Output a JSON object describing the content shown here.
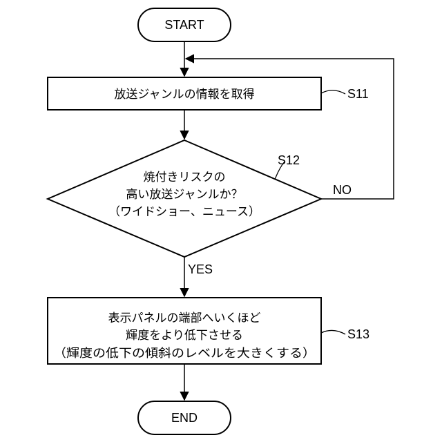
{
  "flowchart": {
    "start": "START",
    "end": "END",
    "s11": {
      "text": "放送ジャンルの情報を取得",
      "label": "S11"
    },
    "s12": {
      "lines": [
        "焼付きリスクの",
        "高い放送ジャンルか？",
        "（ワイドショー、ニュース）"
      ],
      "label": "S12",
      "yes": "YES",
      "no": "NO"
    },
    "s13": {
      "lines": [
        "表示パネルの端部へいくほど",
        "輝度をより低下させる",
        "（輝度の低下の傾斜のレベルを大きくする）"
      ],
      "label": "S13"
    }
  }
}
